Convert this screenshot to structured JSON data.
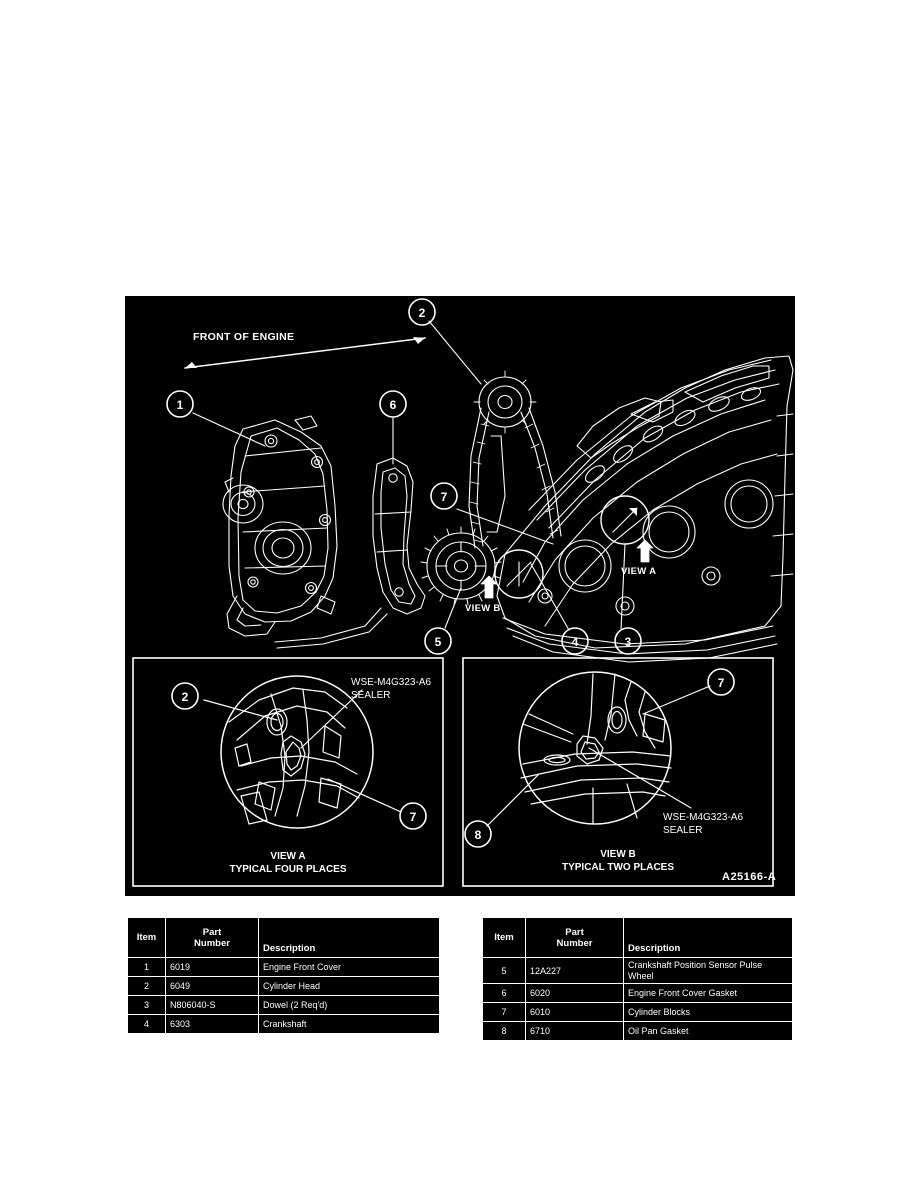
{
  "illustration": {
    "orientation_label": "FRONT OF ENGINE",
    "figure_code": "A25166-A",
    "main_view_markers": [
      {
        "label": "VIEW A"
      },
      {
        "label": "VIEW B"
      }
    ],
    "main_callouts": [
      "1",
      "2",
      "3",
      "4",
      "5",
      "6",
      "7"
    ],
    "insets": [
      {
        "id": "view-a",
        "title": "VIEW A",
        "subtitle": "TYPICAL FOUR PLACES",
        "sealer_line1": "WSE-M4G323-A6",
        "sealer_line2": "SEALER",
        "callouts": [
          "2",
          "7"
        ]
      },
      {
        "id": "view-b",
        "title": "VIEW B",
        "subtitle": "TYPICAL TWO PLACES",
        "sealer_line1": "WSE-M4G323-A6",
        "sealer_line2": "SEALER",
        "callouts": [
          "7",
          "8"
        ]
      }
    ]
  },
  "tables": {
    "left": {
      "headers": {
        "item": "Item",
        "part_number_line1": "Part",
        "part_number_line2": "Number",
        "description": "Description"
      },
      "rows": [
        {
          "item": "1",
          "part_number": "6019",
          "description": "Engine Front Cover"
        },
        {
          "item": "2",
          "part_number": "6049",
          "description": "Cylinder Head"
        },
        {
          "item": "3",
          "part_number": "N806040-S",
          "description": "Dowel (2 Req'd)"
        },
        {
          "item": "4",
          "part_number": "6303",
          "description": "Crankshaft"
        }
      ]
    },
    "right": {
      "headers": {
        "item": "Item",
        "part_number_line1": "Part",
        "part_number_line2": "Number",
        "description": "Description"
      },
      "rows": [
        {
          "item": "5",
          "part_number": "12A227",
          "description": "Crankshaft Position Sensor Pulse Wheel"
        },
        {
          "item": "6",
          "part_number": "6020",
          "description": "Engine Front Cover Gasket"
        },
        {
          "item": "7",
          "part_number": "6010",
          "description": "Cylinder Blocks"
        },
        {
          "item": "8",
          "part_number": "6710",
          "description": "Oil Pan Gasket"
        }
      ]
    }
  },
  "colors": {
    "panel_background": "#000000",
    "line_color": "#ffffff",
    "page_background": "#ffffff"
  }
}
